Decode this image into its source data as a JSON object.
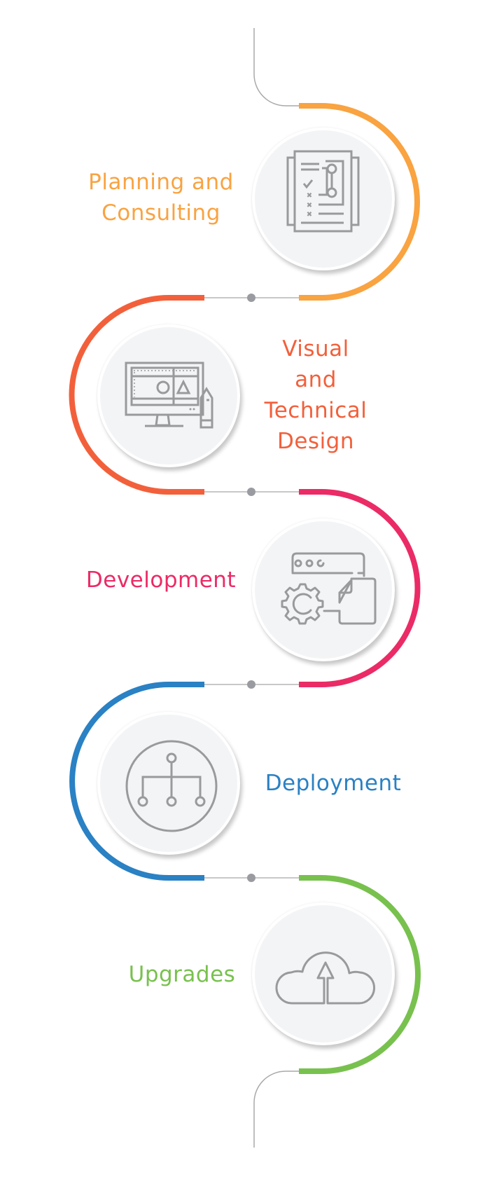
{
  "diagram": {
    "type": "process-timeline",
    "orientation": "vertical-serpentine",
    "connector_color": "#b5b5b5",
    "dot_color": "#9a9ba0",
    "icon_color": "#999a9c",
    "circle_fill": "#f3f4f6"
  },
  "steps": [
    {
      "order": 1,
      "lines": [
        "Planning and",
        "Consulting"
      ],
      "label": "Planning and Consulting",
      "color": "#f9a341",
      "icon": "blueprint-checklist-icon",
      "side": "text-left-icon-right"
    },
    {
      "order": 2,
      "lines": [
        "Visual",
        "and",
        "Technical",
        "Design"
      ],
      "label": "Visual and Technical Design",
      "color": "#f2603b",
      "icon": "monitor-design-pencil-icon",
      "side": "icon-left-text-right"
    },
    {
      "order": 3,
      "lines": [
        "Development"
      ],
      "label": "Development",
      "color": "#eb2b66",
      "icon": "browser-gear-document-icon",
      "side": "text-left-icon-right"
    },
    {
      "order": 4,
      "lines": [
        "Deployment"
      ],
      "label": "Deployment",
      "color": "#2a81c4",
      "icon": "network-hierarchy-icon",
      "side": "icon-left-text-right"
    },
    {
      "order": 5,
      "lines": [
        "Upgrades"
      ],
      "label": "Upgrades",
      "color": "#78c14e",
      "icon": "cloud-upload-icon",
      "side": "text-left-icon-right"
    }
  ]
}
